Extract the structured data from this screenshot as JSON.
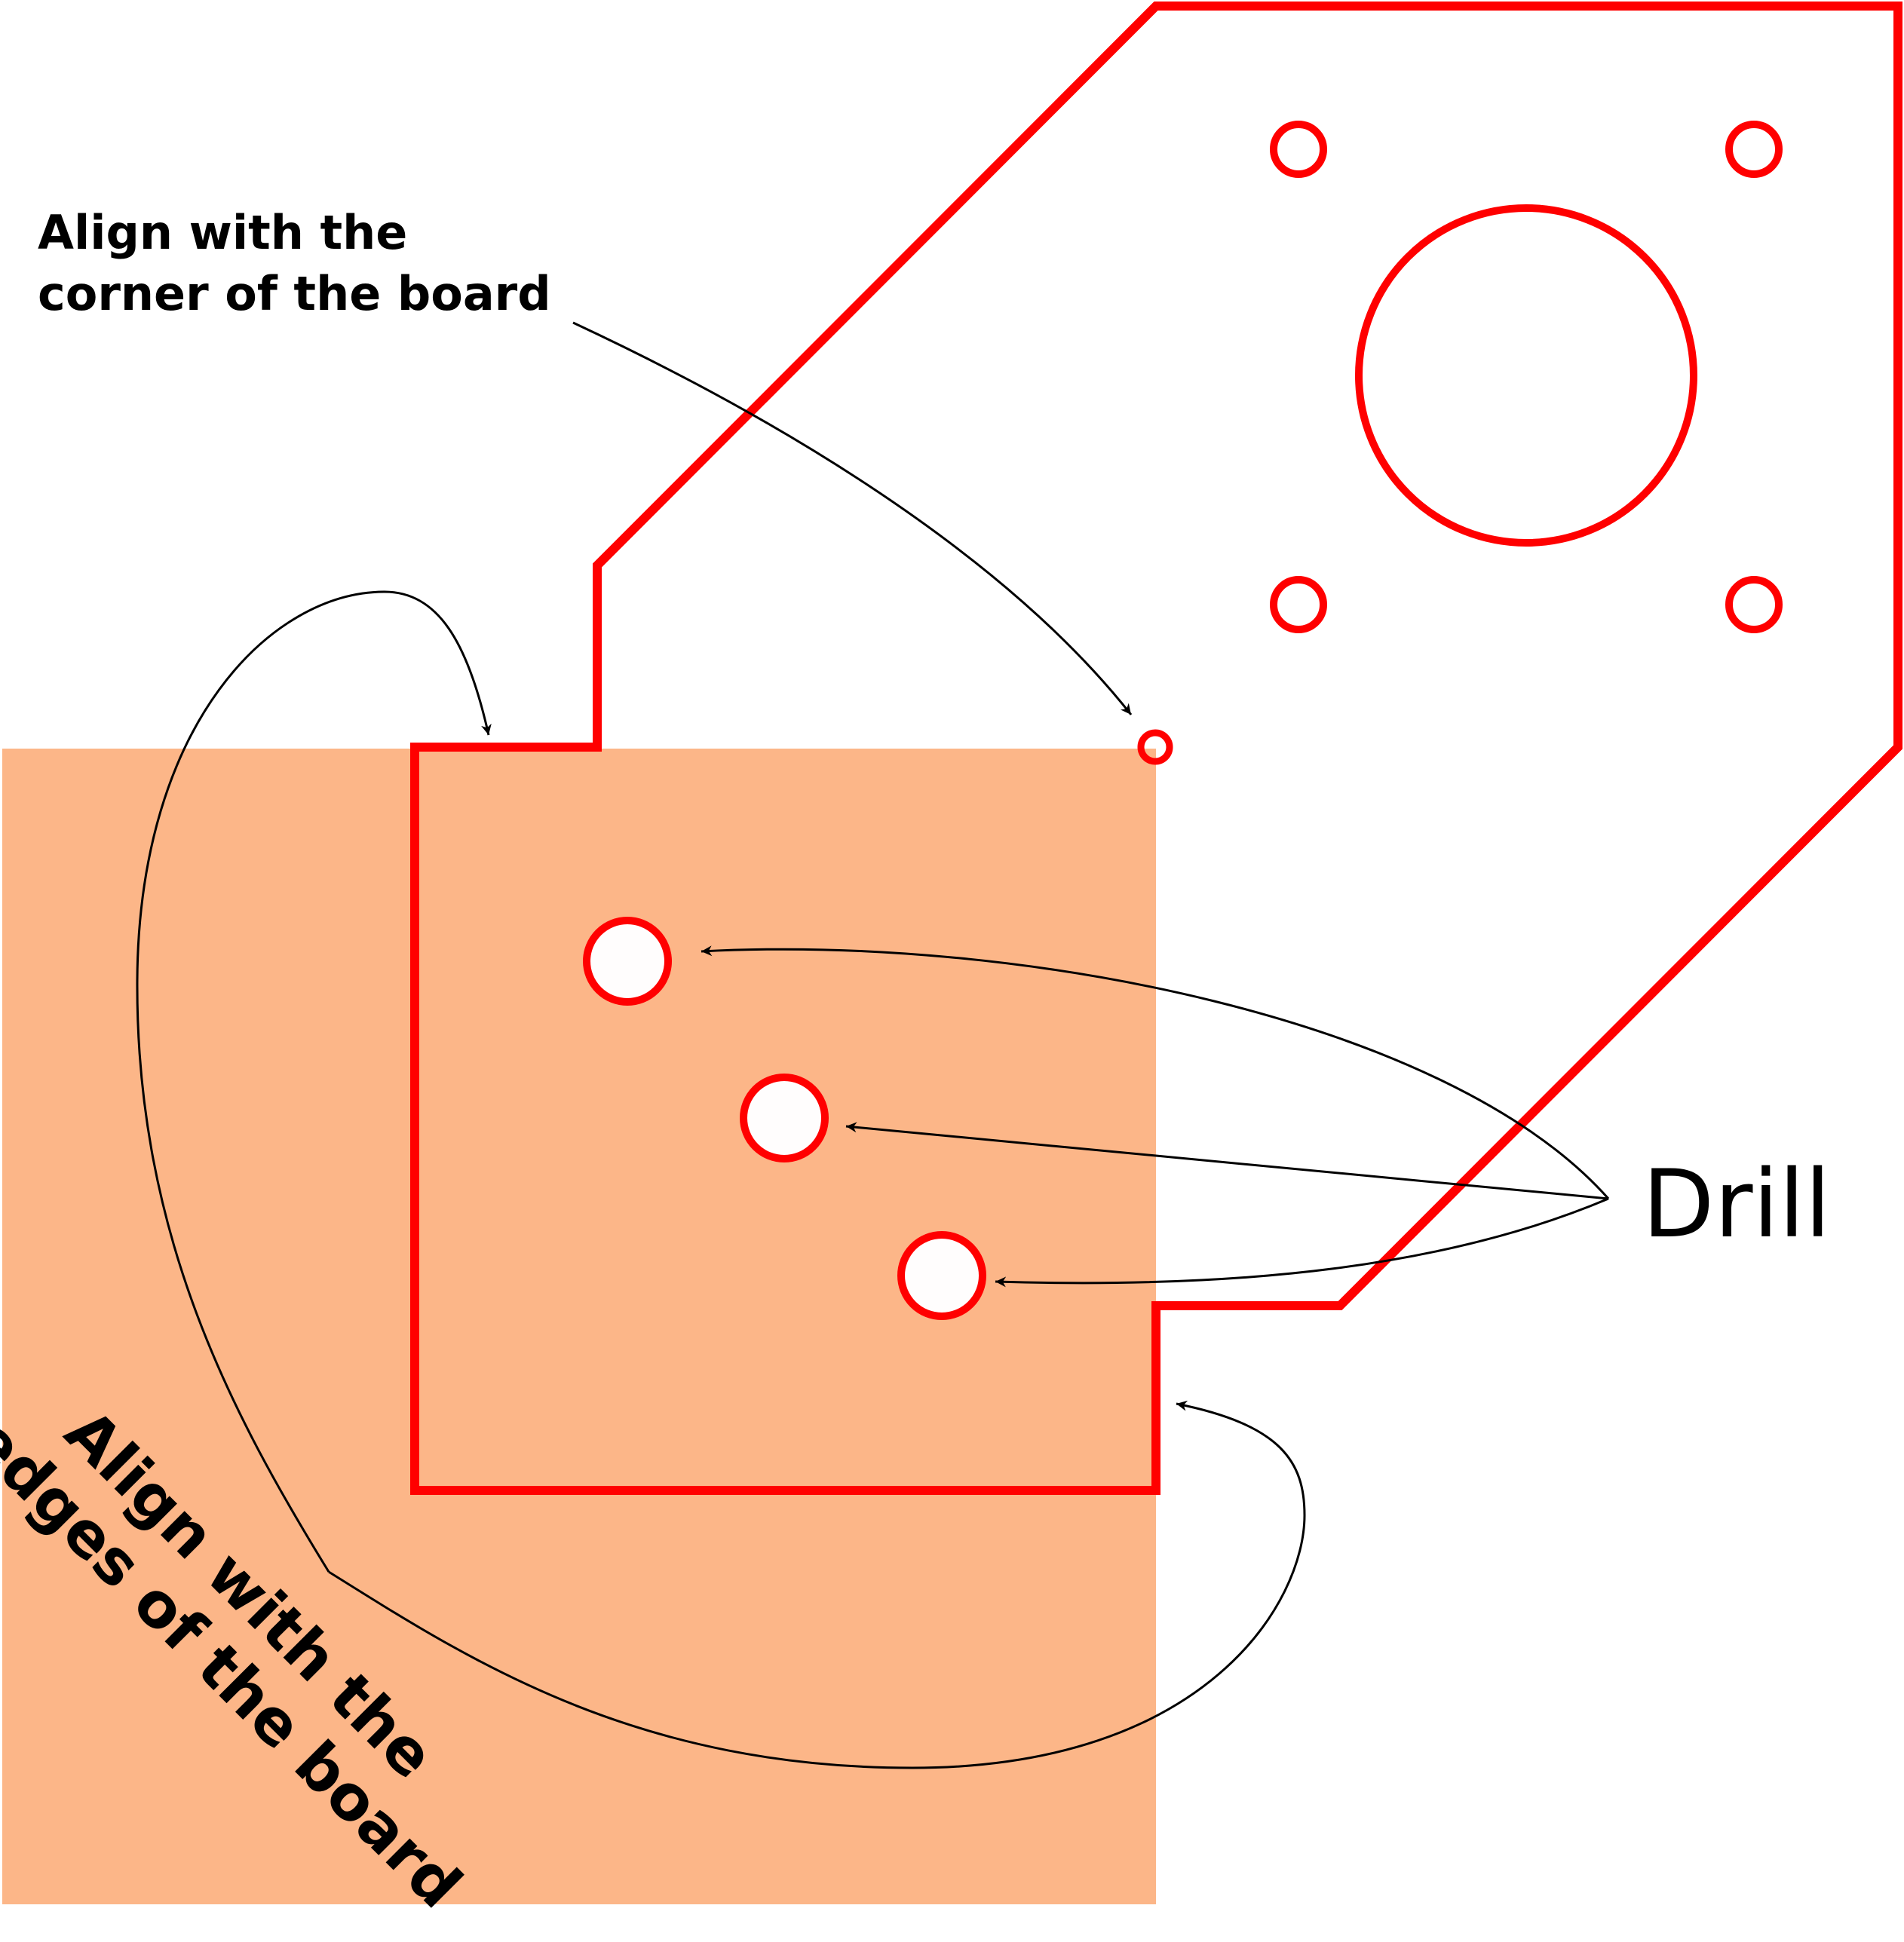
{
  "labels": {
    "corner_line1": "Align with the",
    "corner_line2": "corner of the board",
    "drill": "Drill",
    "edges_line1": "Align with the",
    "edges_line2": "edges of the board"
  },
  "colors": {
    "board": "#fcb688",
    "outline": "#ff0000",
    "arrow": "#000000",
    "hole_fill": "#fffdfd"
  }
}
